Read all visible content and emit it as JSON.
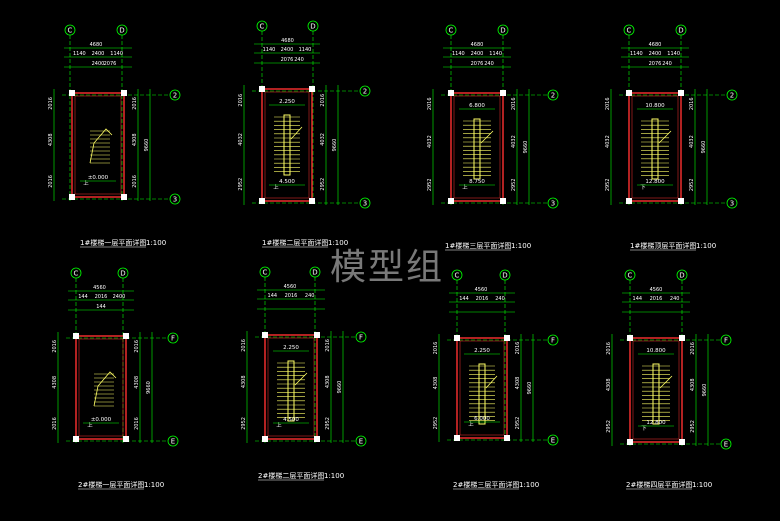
{
  "watermark": "模型组",
  "scale_label": "1:100",
  "plans": [
    {
      "caption": "1#楼梯一层平面详图",
      "axes_top": [
        "C",
        "D"
      ],
      "axes_side": [
        "2",
        "3"
      ],
      "dims_top": [
        "4680",
        "1140",
        "2400",
        "1140",
        "2400",
        "2076"
      ],
      "dims_side": [
        "2016",
        "4308",
        "2016",
        "9660"
      ],
      "levels": [
        "±0.000"
      ],
      "type": "ground"
    },
    {
      "caption": "1#楼梯二层平面详图",
      "axes_top": [
        "C",
        "D"
      ],
      "axes_side": [
        "2",
        "3"
      ],
      "dims_top": [
        "4680",
        "1140",
        "2400",
        "1140",
        "2076",
        "240"
      ],
      "dims_side": [
        "2016",
        "4032",
        "2952",
        "9660"
      ],
      "levels": [
        "2.250",
        "4.500"
      ],
      "type": "mid"
    },
    {
      "caption": "1#楼梯三层平面详图",
      "axes_top": [
        "C",
        "D"
      ],
      "axes_side": [
        "2",
        "3"
      ],
      "dims_top": [
        "4680",
        "1140",
        "2400",
        "1140",
        "2076",
        "240"
      ],
      "dims_side": [
        "2016",
        "4032",
        "2952",
        "9660"
      ],
      "levels": [
        "6.800",
        "8.750"
      ],
      "type": "mid"
    },
    {
      "caption": "1#楼梯顶层平面详图",
      "axes_top": [
        "C",
        "D"
      ],
      "axes_side": [
        "2",
        "3"
      ],
      "dims_top": [
        "4680",
        "1140",
        "2400",
        "1140",
        "2076",
        "240"
      ],
      "dims_side": [
        "2016",
        "4032",
        "2952",
        "9660"
      ],
      "levels": [
        "10.800",
        "12.800"
      ],
      "type": "top"
    },
    {
      "caption": "2#楼梯一层平面详图",
      "axes_top": [
        "C",
        "D"
      ],
      "axes_side": [
        "F",
        "E"
      ],
      "dims_top": [
        "4560",
        "144",
        "2016",
        "2400",
        "144"
      ],
      "dims_side": [
        "2016",
        "4308",
        "2016",
        "9660"
      ],
      "levels": [
        "±0.000"
      ],
      "type": "ground"
    },
    {
      "caption": "2#楼梯二层平面详图",
      "axes_top": [
        "C",
        "D"
      ],
      "axes_side": [
        "F",
        "E"
      ],
      "dims_top": [
        "4560",
        "144",
        "2016",
        "240"
      ],
      "dims_side": [
        "2016",
        "4308",
        "2952",
        "9660"
      ],
      "levels": [
        "2.250",
        "4.500"
      ],
      "type": "mid"
    },
    {
      "caption": "2#楼梯三层平面详图",
      "axes_top": [
        "C",
        "D"
      ],
      "axes_side": [
        "F",
        "E"
      ],
      "dims_top": [
        "4560",
        "144",
        "2016",
        "240"
      ],
      "dims_side": [
        "2016",
        "4308",
        "2952",
        "9660"
      ],
      "levels": [
        "2.250",
        "6.000"
      ],
      "type": "mid"
    },
    {
      "caption": "2#楼梯四层平面详图",
      "axes_top": [
        "C",
        "D"
      ],
      "axes_side": [
        "F",
        "E"
      ],
      "dims_top": [
        "4560",
        "144",
        "2016",
        "240"
      ],
      "dims_side": [
        "2016",
        "4308",
        "2952",
        "9660"
      ],
      "levels": [
        "10.800",
        "12.800"
      ],
      "type": "top"
    }
  ],
  "colors": {
    "axis_line": "#ffff00",
    "dim_line": "#00ff00",
    "wall": "#ff3030",
    "stair": "#ffff66",
    "background": "#000000",
    "text": "#ffffff"
  }
}
